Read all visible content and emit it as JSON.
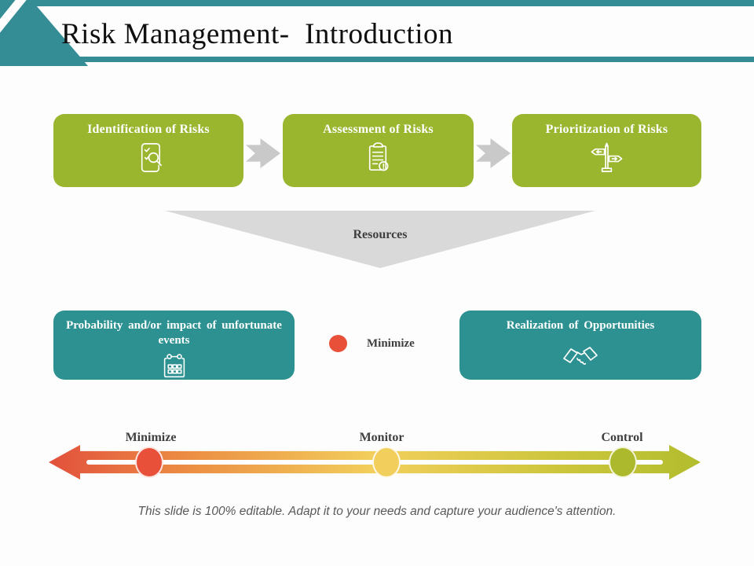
{
  "title": "Risk Management-  Introduction",
  "process": {
    "boxes": [
      {
        "label": "Identification of Risks",
        "icon": "scroll-search-icon"
      },
      {
        "label": "Assessment of Risks",
        "icon": "clipboard-alert-icon"
      },
      {
        "label": "Prioritization of Risks",
        "icon": "signpost-icon"
      }
    ]
  },
  "funnel": {
    "label": "Resources"
  },
  "outcomes": {
    "left": {
      "label": "Probability and/or impact of unfortunate events",
      "icon": "calendar-icon"
    },
    "right": {
      "label": "Realization of Opportunities",
      "icon": "handshake-icon"
    }
  },
  "legend": {
    "label": "Minimize",
    "color": "#e8503a"
  },
  "scale": {
    "points": [
      {
        "label": "Minimize",
        "color": "#e8503a"
      },
      {
        "label": "Monitor",
        "color": "#f2cf5c"
      },
      {
        "label": "Control",
        "color": "#adb92c"
      }
    ]
  },
  "footer": {
    "text": "This slide is 100% editable. Adapt it to your needs and capture your audience's attention."
  },
  "colors": {
    "teal": "#348d95",
    "green": "#9ab52e",
    "box-teal": "#2e9191",
    "arrow-gray": "#c9c9c9",
    "funnel-gray": "#d9d9d9",
    "red": "#e8503a",
    "yellow": "#f2cf5c",
    "olive": "#adb92c",
    "title-text": "#0f0f0f",
    "label-text": "#3f3f3f",
    "footer-text": "#595959"
  }
}
